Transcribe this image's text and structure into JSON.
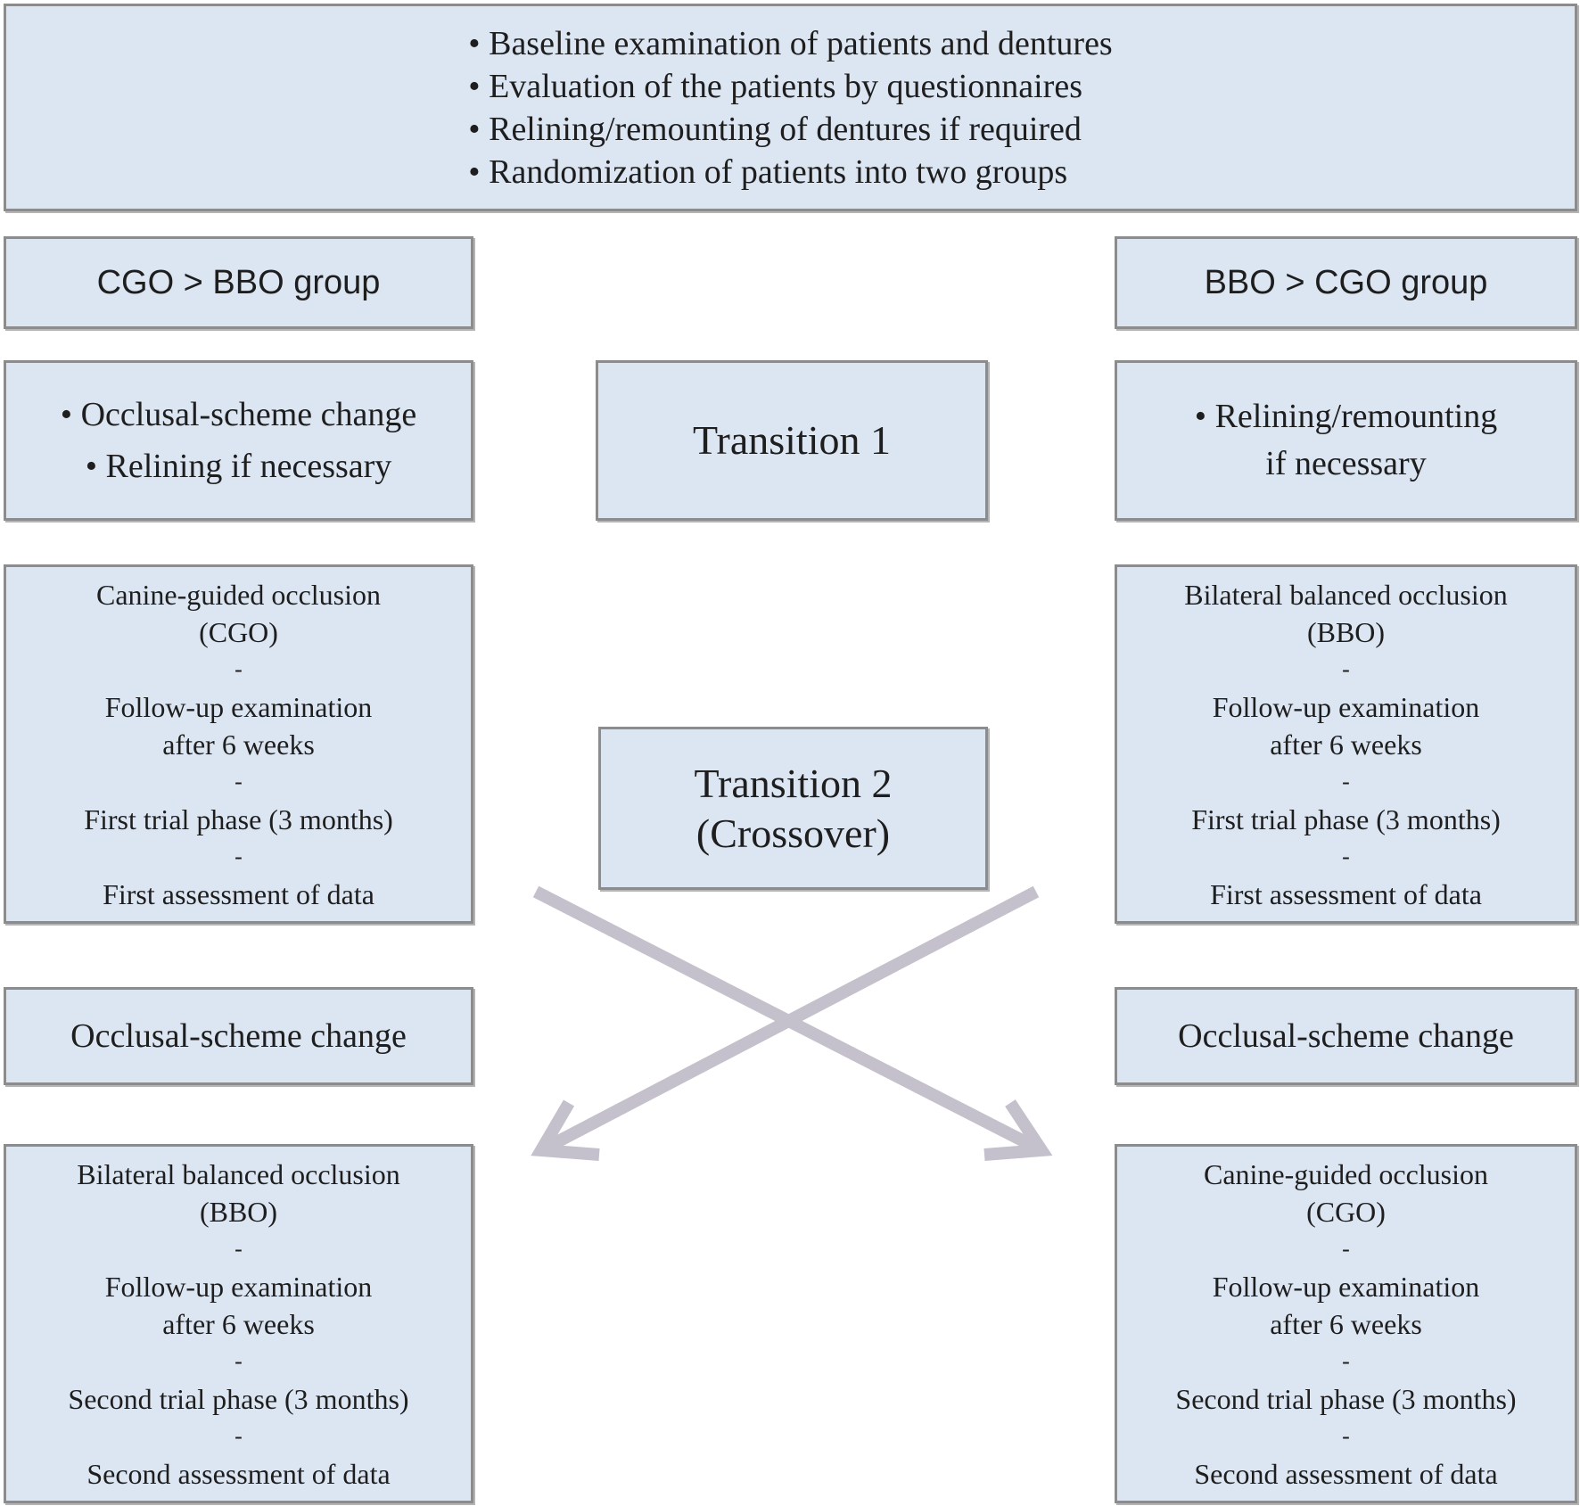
{
  "top": {
    "lines": [
      "Baseline examination of patients and dentures",
      "Evaluation of the patients by questionnaires",
      "Relining/remounting  of dentures if required",
      "Randomization  of patients into two groups"
    ]
  },
  "left_group": {
    "header": "CGO > BBO group",
    "change_lines": [
      "Occlusal-scheme change",
      "Relining if necessary"
    ],
    "phase1": [
      "Canine-guided occlusion",
      "(CGO)",
      "-",
      "Follow-up examination",
      "after 6 weeks",
      "-",
      "First trial phase (3 months)",
      "-",
      "First assessment of data"
    ],
    "scheme_change": "Occlusal-scheme change",
    "phase2": [
      "Bilateral balanced occlusion",
      "(BBO)",
      "-",
      "Follow-up examination",
      "after 6 weeks",
      "-",
      "Second trial phase (3 months)",
      "-",
      "Second assessment of data"
    ]
  },
  "right_group": {
    "header": "BBO > CGO group",
    "change_lines": [
      "Relining/remounting",
      "if necessary"
    ],
    "phase1": [
      "Bilateral balanced occlusion",
      "(BBO)",
      "-",
      "Follow-up examination",
      "after 6 weeks",
      "-",
      "First trial phase (3 months)",
      "-",
      "First assessment of data"
    ],
    "scheme_change": "Occlusal-scheme change",
    "phase2": [
      "Canine-guided occlusion",
      "(CGO)",
      "-",
      "Follow-up examination",
      "after 6 weeks",
      "-",
      "Second trial phase (3 months)",
      "-",
      "Second assessment of data"
    ]
  },
  "transition1": [
    "Transition 1"
  ],
  "transition2": [
    "Transition 2",
    "(Crossover)"
  ],
  "arrow_color": "#c4c0cc",
  "box_fill": "#dce6f2",
  "box_border": "#8c8c8c"
}
